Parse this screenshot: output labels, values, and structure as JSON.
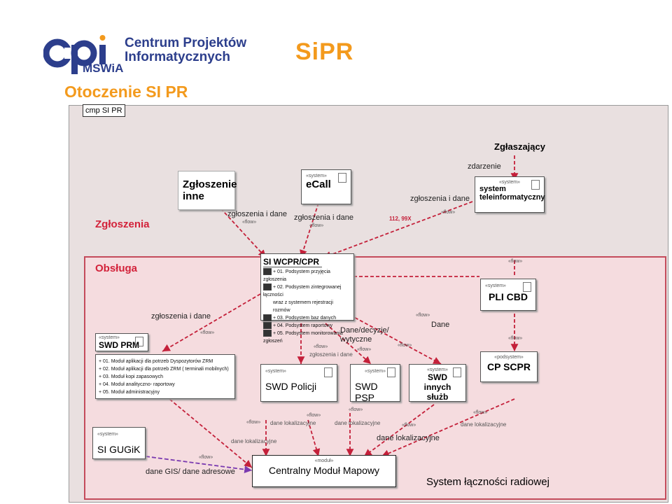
{
  "header": {
    "logo_cpi_text": "cpi",
    "logo_line1": "Centrum Projektów",
    "logo_line2": "Informatycznych",
    "logo_line3": "MSWiA",
    "logo_sipr": "SiPR"
  },
  "title": "Otoczenie SI PR",
  "frame_label": "cmp SI PR",
  "zgloszenia": {
    "section_label": "Zgłoszenia",
    "zglaszajacy": "Zgłaszający",
    "zdarzenie": "zdarzenie",
    "zgloszenie_inne": "Zgłoszenie inne",
    "flow1_label": "zgłoszenia i dane",
    "flow1_stereo": "«flow»",
    "ecall_stereo": "«system»",
    "ecall_name": "eCall",
    "flow2_label": "zgłoszenia i dane",
    "flow2_stereo": "«flow»",
    "num112": "112, 99X",
    "flow3_label": "zgłoszenia i dane",
    "flow3_stereo": "«flow»",
    "tele_stereo": "«system»",
    "tele_line1": "system",
    "tele_line2": "teleinformatyczny"
  },
  "obsluga": {
    "section_label": "Obsługa",
    "si_title": "SI WCPR/CPR",
    "si_items": [
      "+ 01. Podsystem przyjęcia zgłoszenia",
      "+ 02. Podsystem zintegrowanej łączności",
      "wraz z systemem rejestracji rozmów",
      "+ 03. Podsystem baz danych",
      "+ 04. Podsystem raportowy",
      "+ 05. Podsystem monitorowania zgłoszeń"
    ],
    "swd_prm_stereo": "«system»",
    "swd_prm_name": "SWD PRM",
    "swd_prm_items": [
      "+ 01. Moduł aplikacji dla potrzeb Dyspozytorów ZRM",
      "+ 02. Moduł aplikacji dla potrzeb ZRM ( terminali mobilnych)",
      "+ 03. Moduł kopi zapasowych",
      "+ 04. Moduł analityczno- raportowy",
      "+ 05. Moduł administracyjny"
    ],
    "flow_prm_label": "zgłoszenia i dane",
    "flow_prm_stereo": "«flow»",
    "flow_policja_stereo": "«flow»",
    "flow_policja_label": "zgłoszenia i dane",
    "dane_decyzje": "Dane/decyzje/ wytyczne",
    "flow_psp_stereo": "«flow»",
    "flow_dane_stereo1": "«flow»",
    "flow_dane_stereo2": "«flow»",
    "dane": "Dane",
    "swd_policji_stereo": "«system»",
    "swd_policji_name": "SWD Policji",
    "swd_psp_stereo": "«system»",
    "swd_psp_name": "SWD PSP",
    "swd_innych_stereo": "«system»",
    "swd_innych_line1": "SWD",
    "swd_innych_line2": "innych służb",
    "pli_flow": "«flow»",
    "pli_stereo": "«system»",
    "pli_name": "PLI CBD",
    "cp_flow": "«flow»",
    "cp_stereo": "«podsystem»",
    "cp_name": "CP SCPR",
    "gugik_stereo": "«system»",
    "gugik_name": "SI GUGiK",
    "gis_flow": "«flow»",
    "gis_label": "dane GIS/ dane adresowe",
    "cmm_stereo": "«moduł»",
    "cmm_name": "Centralny Moduł Mapowy",
    "lok_flow_a": "«flow»",
    "lok_label_a": "dane lokalizacyjne",
    "lok_flow_b": "«flow»",
    "lok_label_b": "dane lokalizacyjne",
    "lok_flow_c": "«flow»",
    "lok_label_c": "dane lokalizacyjne",
    "lok_flow_d": "«flow»",
    "lok_label_d": "dane lokalizacyjne",
    "lok_label_e": "dane lokalizacyjne",
    "lok_flow_f": "«flow»",
    "lok_label_f": "dane lokalizacyjne",
    "radio": "System łączności radiowej"
  }
}
